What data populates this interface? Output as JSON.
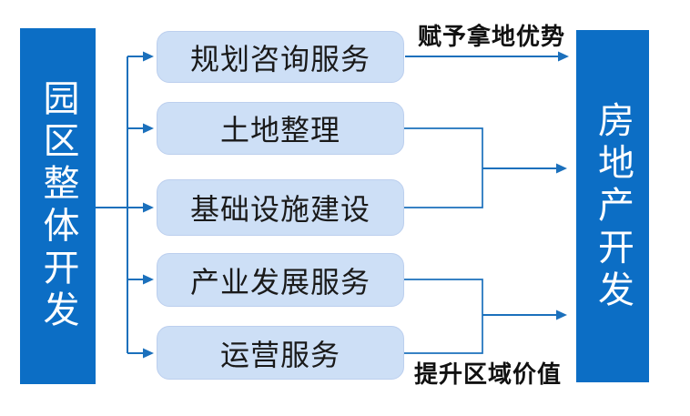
{
  "diagram": {
    "title_implied": "",
    "left_bar": {
      "label": "园区整体开发"
    },
    "right_bar": {
      "label": "房地产开发"
    },
    "boxes": [
      {
        "label": "规划咨询服务"
      },
      {
        "label": "土地整理"
      },
      {
        "label": "基础设施建设"
      },
      {
        "label": "产业发展服务"
      },
      {
        "label": "运营服务"
      }
    ],
    "annotations": {
      "top": "赋予拿地优势",
      "bottom": "提升区域价值"
    },
    "colors": {
      "bar_fill": "#0C6EC5",
      "bar_text": "#FFFFFF",
      "box_fill": "#CDDFF6",
      "box_border": "#BCCFEE",
      "box_text": "#1A1A1A",
      "connector": "#1B70BC",
      "annotation_text": "#111111",
      "background": "#FFFFFF"
    }
  }
}
